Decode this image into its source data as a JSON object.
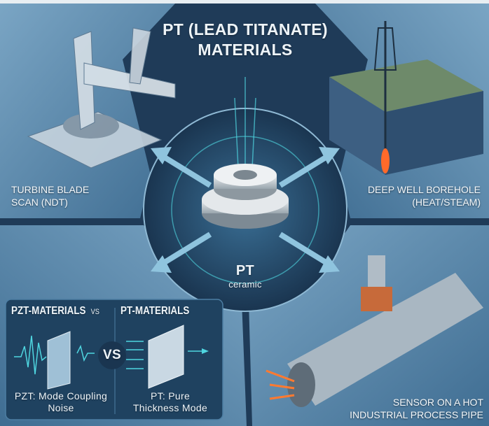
{
  "title": {
    "line1": "PT (LEAD TITANATE)",
    "line2": "MATERIALS"
  },
  "center": {
    "label": "PT",
    "sublabel": "ceramic"
  },
  "panels": {
    "top_left": {
      "line1": "TURBINE BLADE",
      "line2": "SCAN (NDT)"
    },
    "top_right": {
      "line1": "DEEP WELL BOREHOLE",
      "line2": "(HEAT/STEAM)"
    },
    "bottom_right": {
      "line1": "SENSOR ON A HOT",
      "line2": "INDUSTRIAL PROCESS PIPE"
    }
  },
  "comparison": {
    "left_header": "PZT-MATERIALS",
    "vs_small": "VS",
    "right_header": "PT-MATERIALS",
    "vs_badge": "VS",
    "left_caption_1": "PZT: Mode Coupling",
    "left_caption_2": "Noise",
    "right_caption_1": "PT: Pure",
    "right_caption_2": "Thickness Mode"
  },
  "colors": {
    "background": "#1f3b58",
    "panel": "#5f8db0",
    "accent": "#4fd6e0",
    "heat": "#ff6a2a"
  }
}
